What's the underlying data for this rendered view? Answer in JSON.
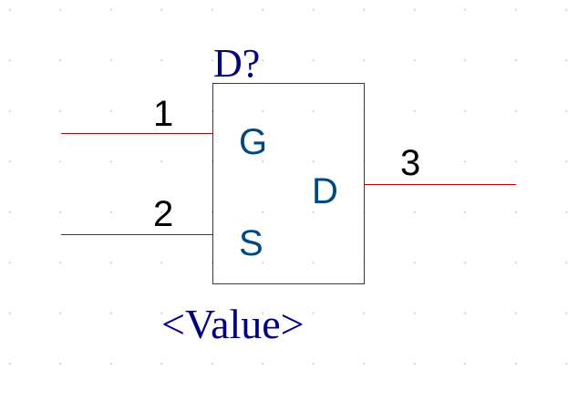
{
  "component": {
    "designator": "D?",
    "value": "<Value>",
    "pins": [
      {
        "number": "1",
        "name": "G"
      },
      {
        "number": "2",
        "name": "S"
      },
      {
        "number": "3",
        "name": "D"
      }
    ]
  },
  "colors": {
    "body_outline": "#2a2ab0",
    "designator_text": "#000080",
    "value_text": "#000080",
    "pin_line": "#c80000",
    "pin_number": "#000000",
    "pin_name": "#004880",
    "grid_dot": "#c4c4c4",
    "background": "#ffffff"
  }
}
